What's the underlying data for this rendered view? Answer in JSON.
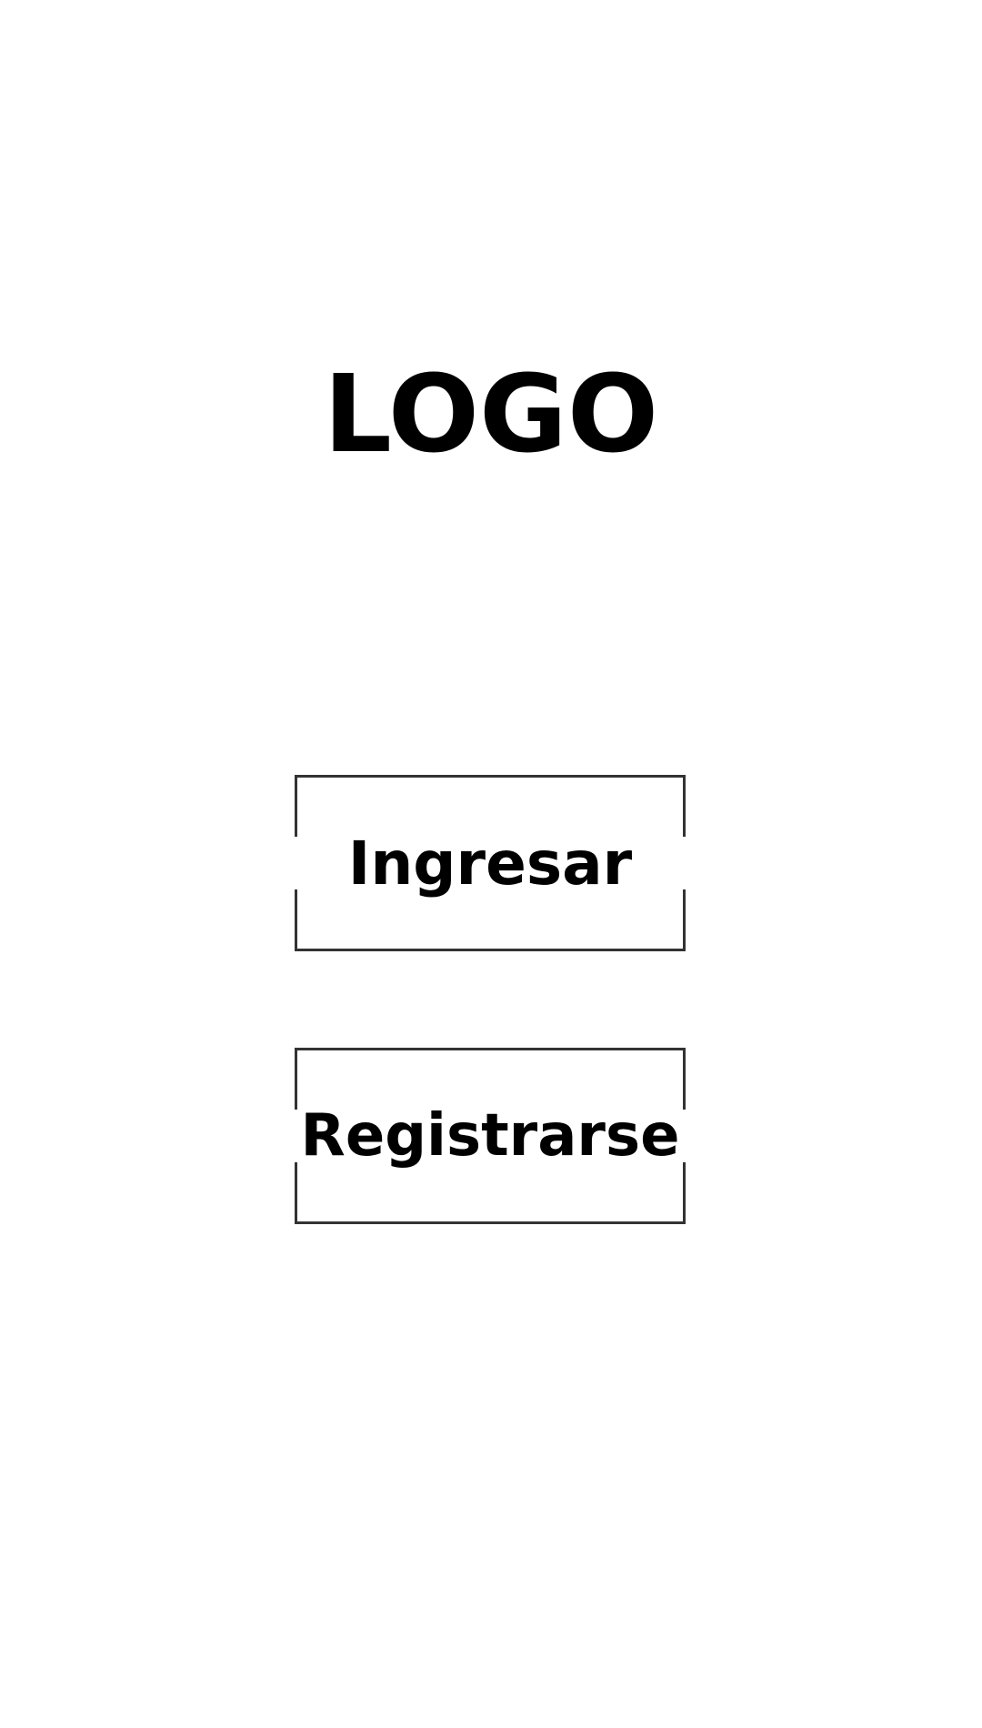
{
  "header": {
    "logo_text": "LOGO"
  },
  "actions": {
    "login_label": "Ingresar",
    "register_label": "Registrarse"
  },
  "colors": {
    "background": "#ffffff",
    "text": "#000000",
    "button_border": "#333333"
  }
}
